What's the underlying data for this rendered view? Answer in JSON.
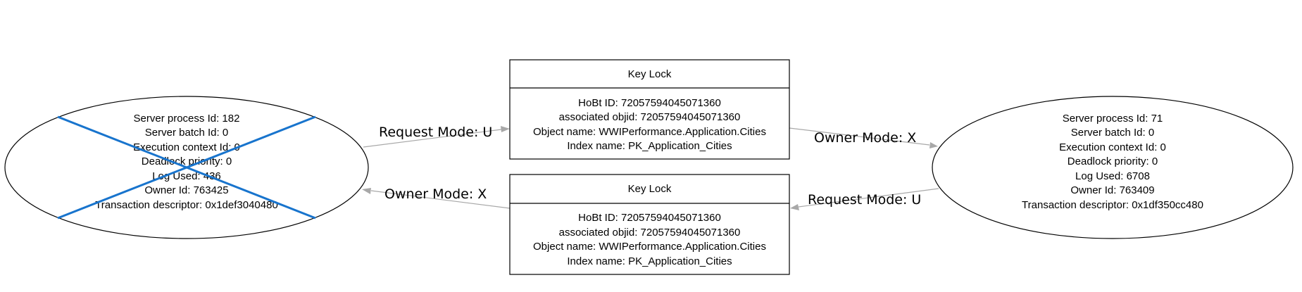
{
  "processes": [
    {
      "id": "victim",
      "victim": true,
      "lines": [
        "Server process Id: 182",
        "Server batch Id: 0",
        "Execution context Id: 0",
        "Deadlock priority: 0",
        "Log Used: 436",
        "Owner Id: 763425",
        "Transaction descriptor: 0x1def3040480"
      ]
    },
    {
      "id": "survivor",
      "victim": false,
      "lines": [
        "Server process Id: 71",
        "Server batch Id: 0",
        "Execution context Id: 0",
        "Deadlock priority: 0",
        "Log Used: 6708",
        "Owner Id: 763409",
        "Transaction descriptor: 0x1df350cc480"
      ]
    }
  ],
  "resources": [
    {
      "title": "Key Lock",
      "lines": [
        "HoBt ID: 72057594045071360",
        "associated objid: 72057594045071360",
        "Object name: WWIPerformance.Application.Cities",
        "Index name: PK_Application_Cities"
      ]
    },
    {
      "title": "Key Lock",
      "lines": [
        "HoBt ID: 72057594045071360",
        "associated objid: 72057594045071360",
        "Object name: WWIPerformance.Application.Cities",
        "Index name: PK_Application_Cities"
      ]
    }
  ],
  "edges": [
    {
      "from": "process-victim",
      "to": "resource-top",
      "label": "Request Mode: U"
    },
    {
      "from": "resource-top",
      "to": "process-survivor",
      "label": "Owner Mode: X"
    },
    {
      "from": "process-survivor",
      "to": "resource-bottom",
      "label": "Request Mode: U"
    },
    {
      "from": "resource-bottom",
      "to": "process-victim",
      "label": "Owner Mode: X"
    }
  ],
  "colors": {
    "victim_cross": "#1874cd",
    "edge": "#a8a8a8",
    "border": "#000000"
  }
}
